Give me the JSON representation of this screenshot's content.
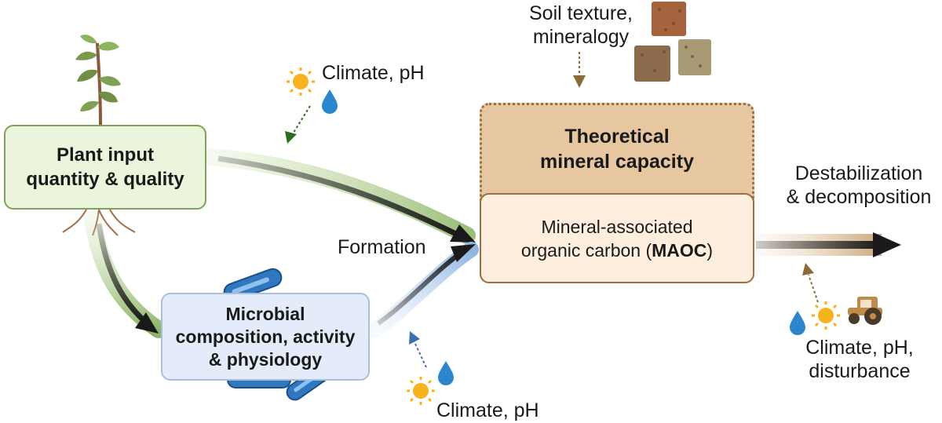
{
  "plant_box": {
    "line1": "Plant input",
    "line2": "quantity & quality"
  },
  "microbe_box": {
    "line1": "Microbial",
    "line2": "composition, activity",
    "line3": "& physiology"
  },
  "capacity_box": {
    "line1": "Theoretical",
    "line2": "mineral capacity"
  },
  "maoc_box": {
    "line1": "Mineral-associated",
    "line2_prefix": "organic carbon (",
    "line2_bold": "MAOC",
    "line2_suffix": ")"
  },
  "labels": {
    "formation": "Formation",
    "climate_top": "Climate, pH",
    "climate_bottom": "Climate, pH",
    "soil_line1": "Soil texture,",
    "soil_line2": "mineralogy",
    "destab_line1": "Destabilization",
    "destab_line2": "& decomposition",
    "climate_right_line1": "Climate, pH,",
    "climate_right_line2": "disturbance"
  },
  "icons": [
    "plant-icon",
    "sun-icon",
    "water-drop-icon",
    "bacteria-icon",
    "soil-sample-icon",
    "tractor-icon"
  ],
  "colors": {
    "plant_fill": "#eaf5dc",
    "plant_border": "#7fa15a",
    "microbe_fill": "#e3ecf8",
    "microbe_border": "#a8bfde",
    "capacity_fill": "#e6c7a0",
    "capacity_border": "#9b6f42",
    "maoc_fill": "#fdeedd",
    "arrow_dark": "#1a1a1a",
    "green_arrow": "#2f6a1e",
    "blue_arrow": "#3a6fb0",
    "brown_arrow": "#8b6a3a",
    "sun": "#f6b31b",
    "drop": "#2a87cf"
  }
}
